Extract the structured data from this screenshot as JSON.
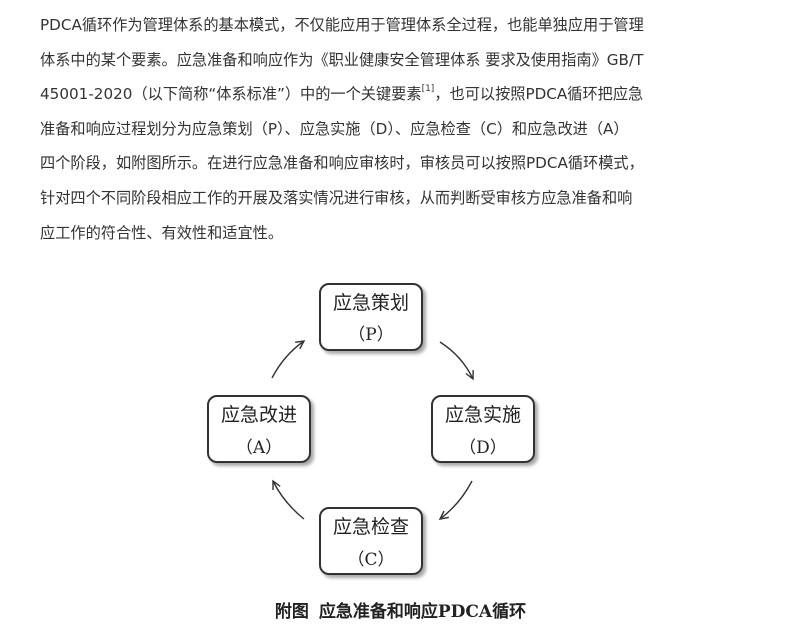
{
  "paragraph": {
    "line1": "PDCA循环作为管理体系的基本模式，不仅能应用于管理体系全过程，也能单独应用于管理",
    "line2": "体系中的某个要素。应急准备和响应作为《职业健康安全管理体系 要求及使用指南》GB/T",
    "line3_before_ref": "45001-2020（以下简称“体系标准”）中的一个关键要素",
    "line3_ref": "[1]",
    "line3_after_ref": "，也可以按照PDCA循环把应急",
    "line4": "准备和响应过程划分为应急策划（P）、应急实施（D）、应急检查（C）和应急改进（A）",
    "line5": "四个阶段，如附图所示。在进行应急准备和响应审核时，审核员可以按照PDCA循环模式，",
    "line6": "针对四个不同阶段相应工作的开展及落实情况进行审核，从而判断受审核方应急准备和响",
    "line7": "应工作的符合性、有效性和适宜性。"
  },
  "diagram": {
    "plan": {
      "title": "应急策划",
      "code": "（P）"
    },
    "do": {
      "title": "应急实施",
      "code": "（D）"
    },
    "check": {
      "title": "应急检查",
      "code": "（C）"
    },
    "act": {
      "title": "应急改进",
      "code": "（A）"
    }
  },
  "caption": {
    "label": "附图",
    "title": "应急准备和响应PDCA循环"
  },
  "colors": {
    "text": "#333333",
    "box_border": "#333333",
    "box_shadow": "#9a9a9a"
  }
}
